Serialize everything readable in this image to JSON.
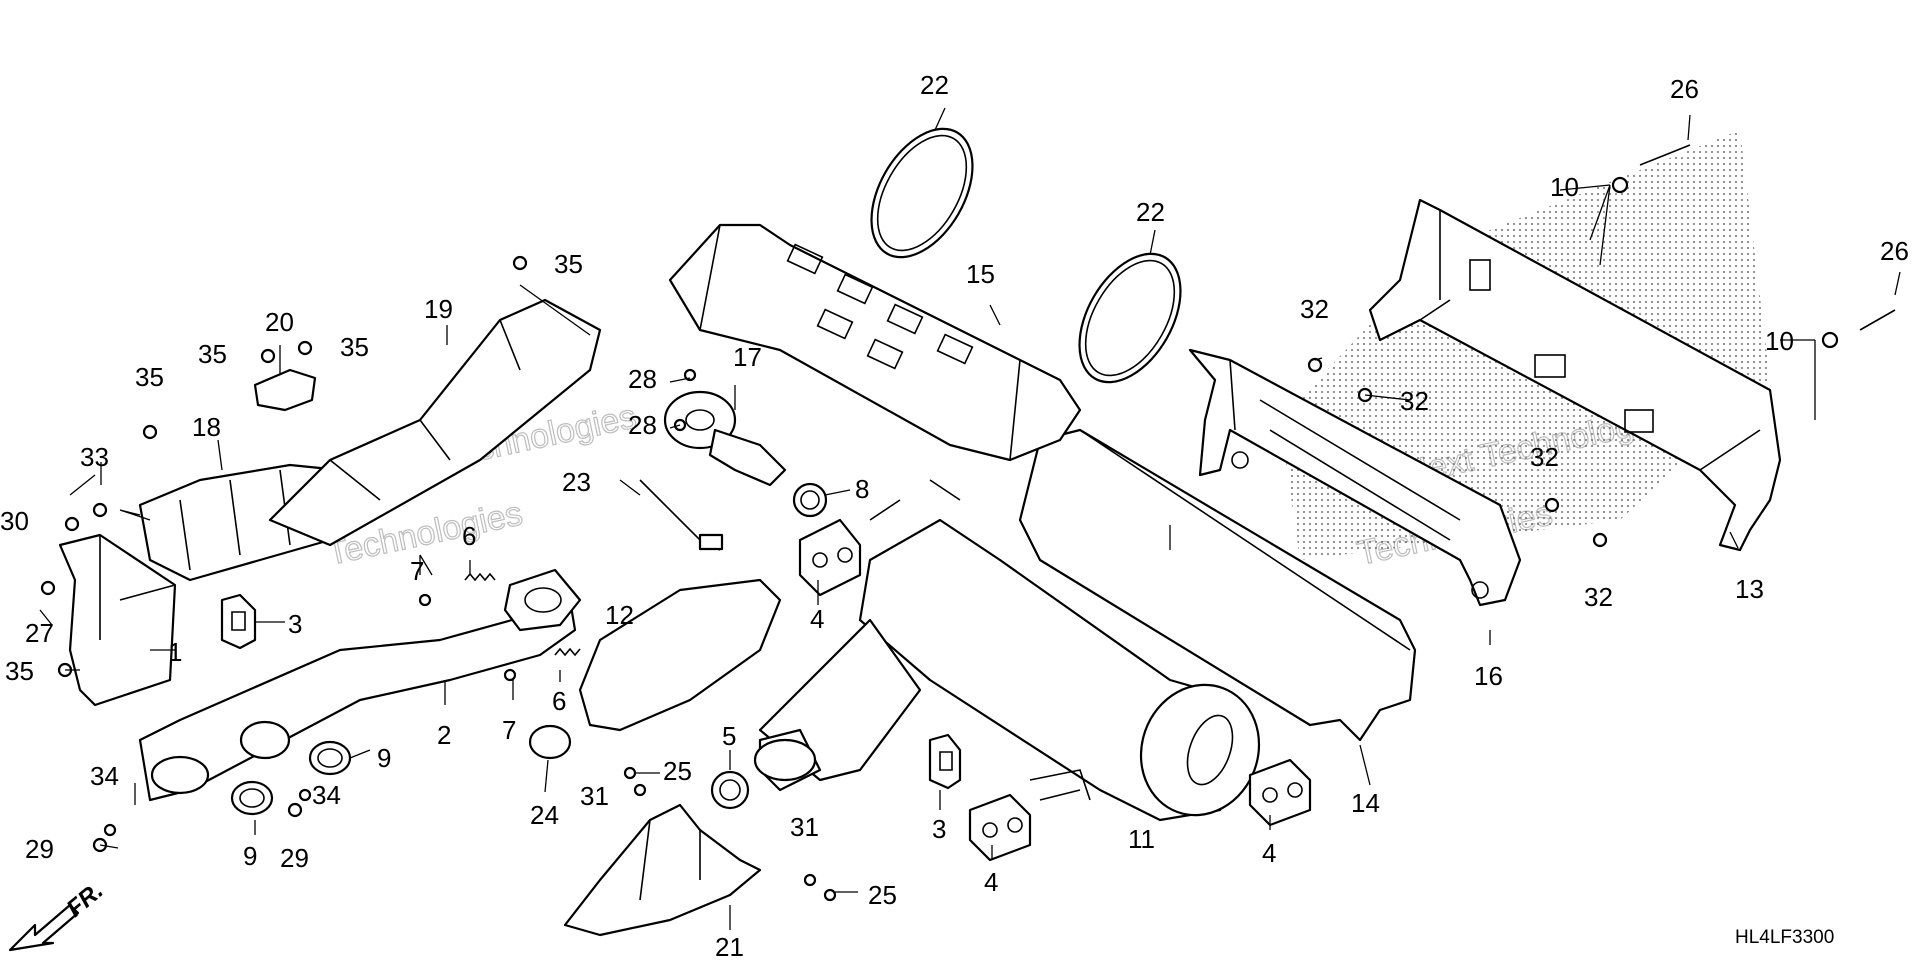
{
  "diagram_code": "HL4LF3300",
  "front_marker": "FR.",
  "watermark": [
    "yNext Technologies",
    "Technologies"
  ],
  "callouts": [
    {
      "id": "c1",
      "text": "1"
    },
    {
      "id": "c2",
      "text": "2"
    },
    {
      "id": "c3a",
      "text": "3"
    },
    {
      "id": "c3b",
      "text": "3"
    },
    {
      "id": "c4a",
      "text": "4"
    },
    {
      "id": "c4b",
      "text": "4"
    },
    {
      "id": "c4c",
      "text": "4"
    },
    {
      "id": "c5",
      "text": "5"
    },
    {
      "id": "c6a",
      "text": "6"
    },
    {
      "id": "c6b",
      "text": "6"
    },
    {
      "id": "c7a",
      "text": "7"
    },
    {
      "id": "c7b",
      "text": "7"
    },
    {
      "id": "c8",
      "text": "8"
    },
    {
      "id": "c9a",
      "text": "9"
    },
    {
      "id": "c9b",
      "text": "9"
    },
    {
      "id": "c10a",
      "text": "10"
    },
    {
      "id": "c10b",
      "text": "10"
    },
    {
      "id": "c11",
      "text": "11"
    },
    {
      "id": "c12",
      "text": "12"
    },
    {
      "id": "c13",
      "text": "13"
    },
    {
      "id": "c14",
      "text": "14"
    },
    {
      "id": "c15",
      "text": "15"
    },
    {
      "id": "c16",
      "text": "16"
    },
    {
      "id": "c17",
      "text": "17"
    },
    {
      "id": "c18",
      "text": "18"
    },
    {
      "id": "c19",
      "text": "19"
    },
    {
      "id": "c20",
      "text": "20"
    },
    {
      "id": "c21",
      "text": "21"
    },
    {
      "id": "c22a",
      "text": "22"
    },
    {
      "id": "c22b",
      "text": "22"
    },
    {
      "id": "c23",
      "text": "23"
    },
    {
      "id": "c24",
      "text": "24"
    },
    {
      "id": "c25a",
      "text": "25"
    },
    {
      "id": "c25b",
      "text": "25"
    },
    {
      "id": "c26a",
      "text": "26"
    },
    {
      "id": "c26b",
      "text": "26"
    },
    {
      "id": "c27",
      "text": "27"
    },
    {
      "id": "c28a",
      "text": "28"
    },
    {
      "id": "c28b",
      "text": "28"
    },
    {
      "id": "c29a",
      "text": "29"
    },
    {
      "id": "c29b",
      "text": "29"
    },
    {
      "id": "c30",
      "text": "30"
    },
    {
      "id": "c31a",
      "text": "31"
    },
    {
      "id": "c31b",
      "text": "31"
    },
    {
      "id": "c32a",
      "text": "32"
    },
    {
      "id": "c32b",
      "text": "32"
    },
    {
      "id": "c32c",
      "text": "32"
    },
    {
      "id": "c32d",
      "text": "32"
    },
    {
      "id": "c33",
      "text": "33"
    },
    {
      "id": "c34a",
      "text": "34"
    },
    {
      "id": "c34b",
      "text": "34"
    },
    {
      "id": "c35a",
      "text": "35"
    },
    {
      "id": "c35b",
      "text": "35"
    },
    {
      "id": "c35c",
      "text": "35"
    },
    {
      "id": "c35d",
      "text": "35"
    },
    {
      "id": "c35e",
      "text": "35"
    }
  ]
}
